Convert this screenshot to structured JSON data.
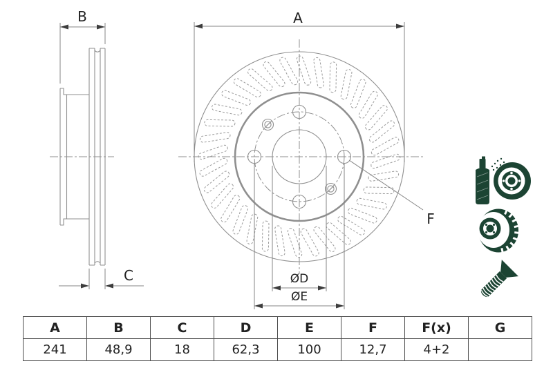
{
  "drawing": {
    "dimension_labels": {
      "A": "A",
      "B": "B",
      "C": "C",
      "F": "F",
      "dia_d": "ØD",
      "dia_e": "ØE"
    },
    "vent_slot_count": 36,
    "bolt_hole_count": 4,
    "colors": {
      "line_gray": "#8f8f8f",
      "dim_gray": "#858585",
      "arrow_dark": "#3d3d3d",
      "text": "#1f1f1f",
      "icon_green": "#1c4433",
      "table_border": "#4b4b4b"
    },
    "icons": [
      {
        "name": "spray-coating-disc-icon"
      },
      {
        "name": "vented-disc-icon"
      },
      {
        "name": "countersunk-screw-icon"
      }
    ]
  },
  "table": {
    "headers": [
      "A",
      "B",
      "C",
      "D",
      "E",
      "F",
      "F(x)",
      "G"
    ],
    "values": [
      "241",
      "48,9",
      "18",
      "62,3",
      "100",
      "12,7",
      "4+2",
      ""
    ]
  }
}
